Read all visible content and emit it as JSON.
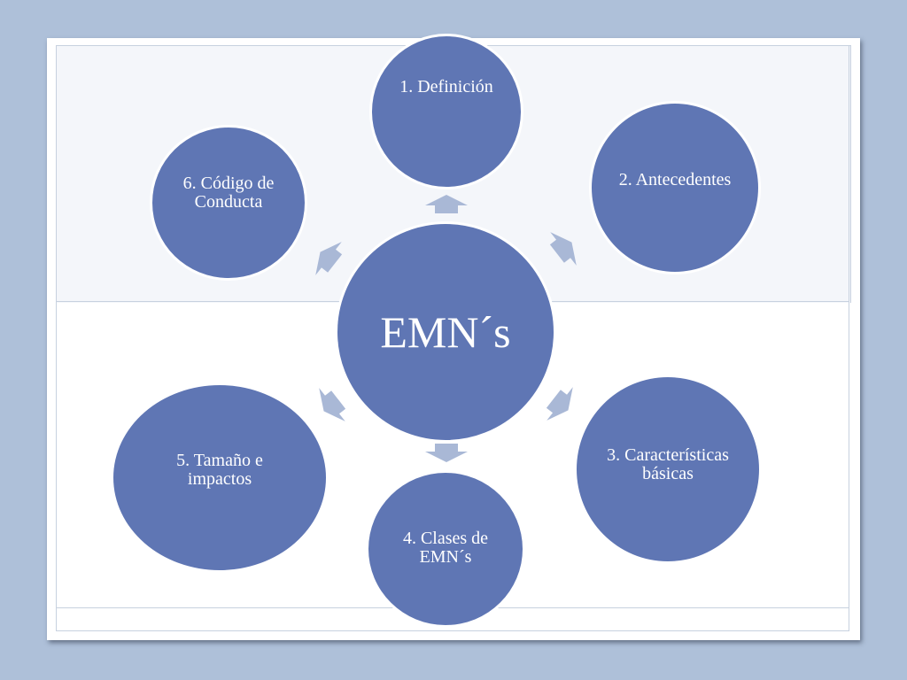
{
  "diagram": {
    "center": "EMN´s",
    "nodes": {
      "n1": "1. Definición",
      "n2": "2. Antecedentes",
      "n3": "3. Características básicas",
      "n4": "4. Clases de EMN´s",
      "n5": "5. Tamaño e impactos",
      "n6": "6. Código de Conducta"
    },
    "colors": {
      "node_fill": "#5f76b4",
      "arrow_fill": "#a9b8d6",
      "background": "#aec0d9"
    }
  }
}
